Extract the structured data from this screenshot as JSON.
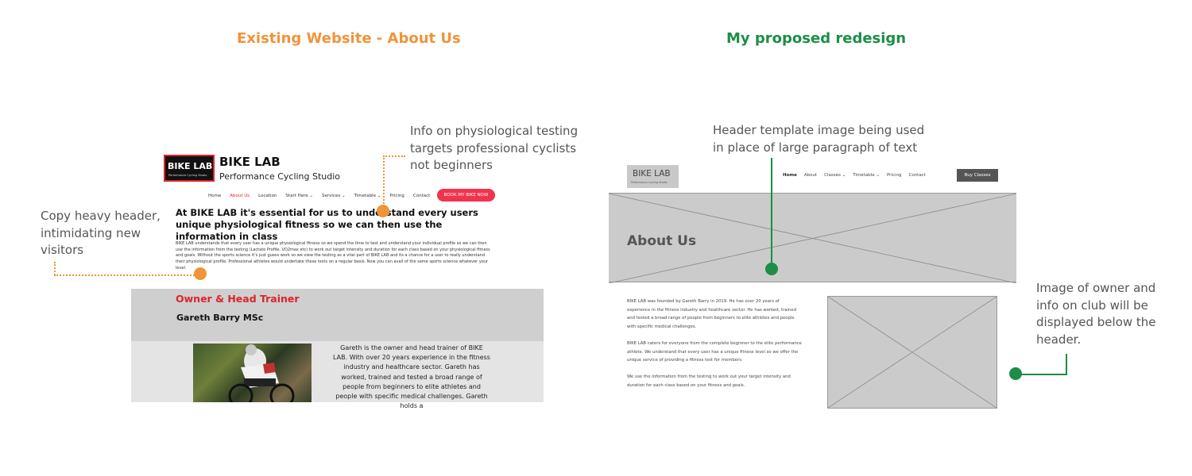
{
  "headings": {
    "existing": "Existing Website - About Us",
    "redesign": "My proposed redesign"
  },
  "annotations": {
    "physio": "Info on physiological testing\ntargets professional cyclists\nnot beginners",
    "copy_heavy": "Copy heavy header,\nintimidating new\nvisitors",
    "header_template": "Header template image being used\nin place of large paragraph of text",
    "owner_image": "Image of owner and\ninfo on club will be\ndisplayed below the\nheader."
  },
  "existing_site": {
    "logo_text": "BIKE LAB",
    "logo_subtext": "Performance Cycling Studio",
    "brand": "BIKE LAB",
    "tagline": "Performance Cycling Studio",
    "nav": [
      "Home",
      "About Us",
      "Location",
      "Start Here ⌄",
      "Services ⌄",
      "Timetable ⌄",
      "Pricing",
      "Contact"
    ],
    "book_button": "BOOK MY BIKE NOW",
    "headline": "At BIKE LAB it's essential for us to understand every users unique physiological fitness so we can then use the information in class",
    "body": "BIKE LAB understands that every user has a unique physiological fitness so we spend the time to test and understand your individual profile so we can then use the information from the testing (Lactate Profile, VO2max etc) to work out target intensity and duration for each class based on your physiological fitness and goals. Without the sports science it's just guess work so we view the testing as a vital part of BIKE LAB and its a chance for a user to really understand their physiological profile. Professional athletes would undertake these tests on a regular basis. Now you can avail of the same sports science whatever your level.",
    "owner_heading": "Owner & Head Trainer",
    "owner_name": "Gareth Barry MSc",
    "owner_bio": "Gareth is the owner and head trainer of BIKE LAB. With over 20 years experience in the fitness industry and healthcare sector. Gareth has worked, trained and tested a broad range of people from beginners to elite athletes and people with specific medical challenges. Gareth holds a"
  },
  "redesign": {
    "logo_text": "BIKE LAB",
    "logo_subtext": "Performance Cycling Studio",
    "nav": [
      "Home",
      "About",
      "Classes ⌄",
      "Timetable ⌄",
      "Pricing",
      "Contact"
    ],
    "buy_button": "Buy Classes",
    "hero_title": "About Us",
    "paragraphs": [
      "BIKE LAB was founded by Gareth Barry in 2019. He has over 20 years of experience in the fitness industry and healthcare sector. He has worked, trained and tested a broad range of people from beginners to elite athletes and people with specific medical challenges.",
      "BIKE LAB caters for everyone from the complete beginner to the elite performance athlete. We understand that every user has a unique fitness level so we offer the unique service of providing a fitness test for members.",
      "We use the information from the testing to work out your target intensity and duration for each class based on your fitness and goals."
    ]
  },
  "colors": {
    "existing_heading": "#f0943a",
    "redesign_heading": "#1c8e45",
    "brand_red": "#e0222a",
    "book_pink": "#f2334e",
    "placeholder_grey": "#cbcbcb"
  }
}
